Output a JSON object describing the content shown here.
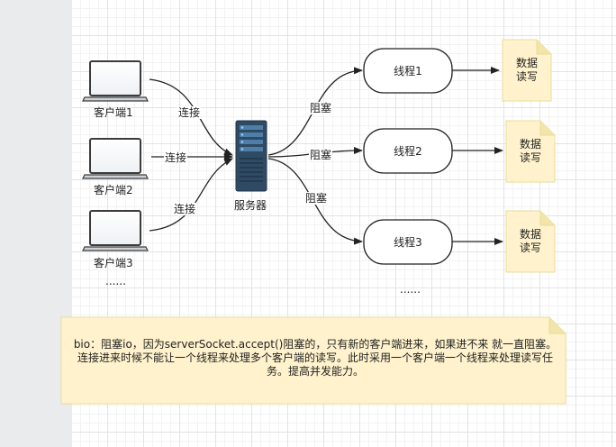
{
  "clients": [
    {
      "label": "客户端1"
    },
    {
      "label": "客户端2"
    },
    {
      "label": "客户端3"
    }
  ],
  "clients_more": "......",
  "connect_label": "连接",
  "server_label": "服务器",
  "block_label": "阻塞",
  "threads": [
    {
      "label": "线程1"
    },
    {
      "label": "线程2"
    },
    {
      "label": "线程3"
    }
  ],
  "threads_more": "......",
  "data_rw_label": "数据\n读写",
  "description": "bio：阻塞io，因为serverSocket.accept()阻塞的，只有新的客户端进来，如果进不来 就一直阻塞。连接进来时候不能让一个线程来处理多个客户端的读写。此时采用一个客户端一个线程来处理读写任务。提高并发能力。",
  "colors": {
    "note_fill": "#fff2cc",
    "note_stroke": "#e8dc9a",
    "server_body": "#2f4a63",
    "laptop_stroke": "#3b3b3b"
  }
}
